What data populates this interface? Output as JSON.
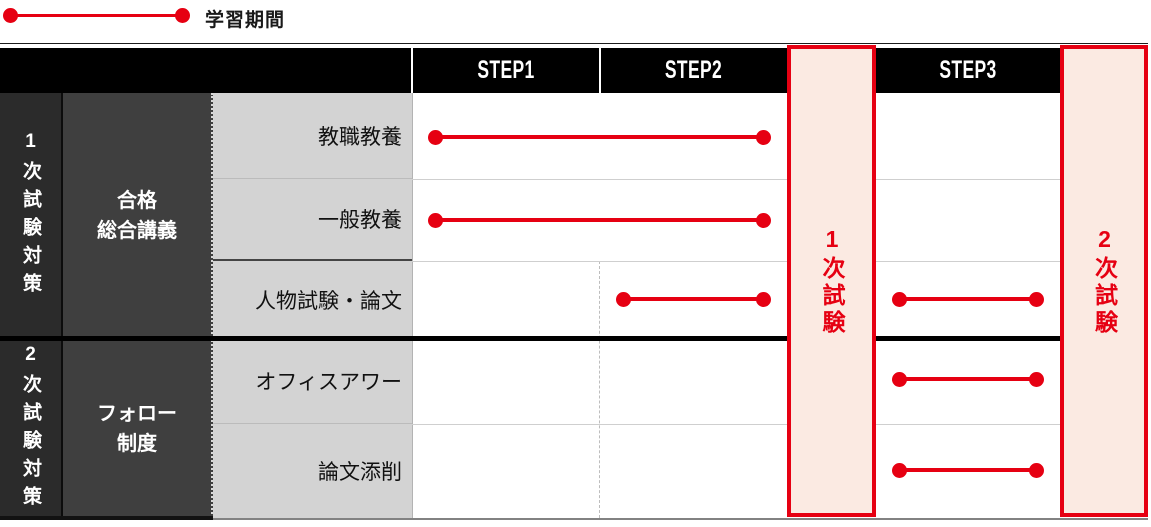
{
  "legend": {
    "label": "学習期間"
  },
  "header": {
    "steps": [
      "STEP1",
      "STEP2",
      "STEP3"
    ]
  },
  "exam_columns": [
    {
      "label": "1次試験"
    },
    {
      "label": "2次試験"
    }
  ],
  "sections": [
    {
      "group": "1次試験対策",
      "category": "合格\n総合講義",
      "rows": [
        "教職教養",
        "一般教養",
        "人物試験・論文"
      ]
    },
    {
      "group": "2次試験対策",
      "category": "フォロー\n制度",
      "rows": [
        "オフィスアワー",
        "論文添削"
      ]
    }
  ],
  "timeline": {
    "type": "gantt",
    "unit": "STEP",
    "rows": [
      {
        "label": "教職教養",
        "spans": [
          [
            "STEP1",
            "STEP2"
          ]
        ]
      },
      {
        "label": "一般教養",
        "spans": [
          [
            "STEP1",
            "STEP2"
          ]
        ]
      },
      {
        "label": "人物試験・論文",
        "spans": [
          [
            "STEP2",
            "STEP2"
          ],
          [
            "STEP3",
            "STEP3"
          ]
        ]
      },
      {
        "label": "オフィスアワー",
        "spans": [
          [
            "STEP3",
            "STEP3"
          ]
        ]
      },
      {
        "label": "論文添削",
        "spans": [
          [
            "STEP3",
            "STEP3"
          ]
        ]
      }
    ]
  },
  "colors": {
    "accent_red": "#e60012",
    "exam_fill": "#fbeae2",
    "header_bg": "#000000",
    "group_col_bg": "#2b2b2b",
    "category_col_bg": "#3f3f3f",
    "row_label_bg": "#d3d3d3"
  }
}
